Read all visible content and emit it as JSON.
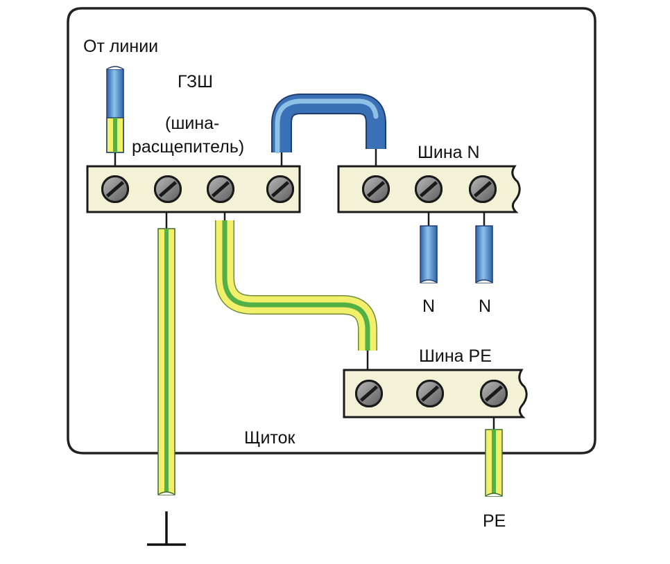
{
  "labels": {
    "from_line": "От линии",
    "gzsh": "ГЗШ",
    "splitter_line1": "(шина-",
    "splitter_line2": "расщепитель)",
    "bus_n": "Шина N",
    "n_left": "N",
    "n_right": "N",
    "bus_pe": "Шина PE",
    "panel": "Щиток",
    "pe_out": "PE"
  },
  "colors": {
    "panel_stroke": "#222222",
    "bus_fill": "#f3f1d6",
    "bus_stroke": "#1a1a1a",
    "neutral_blue": "#3a70b5",
    "neutral_blue_light": "#8fc0e6",
    "pe_yellow": "#f2f06a",
    "pe_green": "#52b047",
    "screw": "#7f7f7f"
  },
  "icons": {
    "screw": "screw-icon",
    "ground": "ground-symbol-icon"
  }
}
